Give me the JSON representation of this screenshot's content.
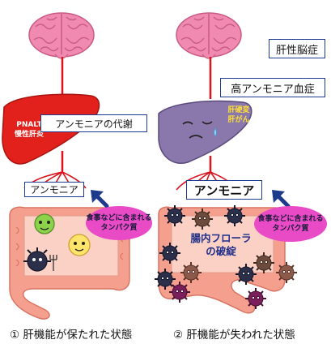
{
  "left_panel": {
    "liver_badge_line1": "PNALT",
    "liver_badge_line2": "慢性肝炎",
    "liver_label": "アンモニアの代謝",
    "ammonia_label": "アンモニア",
    "food_bubble_line1": "食事などに含まれる",
    "food_bubble_line2": "タンパク質",
    "caption": "① 肝機能が保たれた状態"
  },
  "right_panel": {
    "label_encephalopathy": "肝性脳症",
    "label_hyperammonemia": "高アンモニア血症",
    "liver_badge_line1": "肝硬変",
    "liver_badge_line2": "肝がん",
    "ammonia_label": "アンモニア",
    "food_bubble_line1": "食事などに含まれる",
    "food_bubble_line2": "タンパク質",
    "flora_line1": "腸内フローラ",
    "flora_line2": "の破綻",
    "caption": "② 肝機能が失われた状態"
  },
  "colors": {
    "brain": "#f08ab0",
    "healthy_liver": "#e2211c",
    "sick_liver": "#8a78ac",
    "vessel": "#d9141f",
    "intestine": "#f5a08f",
    "bubble": "#e94bc6",
    "box_border": "#1f3b8f",
    "arrow": "#1d3a8c"
  }
}
